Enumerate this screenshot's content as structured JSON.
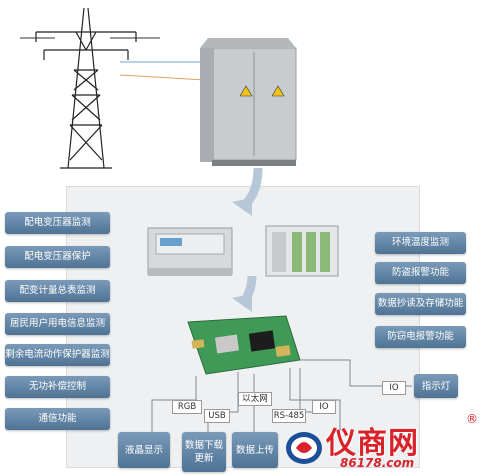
{
  "left_items": [
    "配电变压器监测",
    "配电变压器保护",
    "配变计量总表监测",
    "居民用户用电信息监测",
    "剩余电流动作保护器监测",
    "无功补偿控制",
    "通信功能"
  ],
  "right_items": [
    "环境温度监测",
    "防盗报警功能",
    "数据抄读及存储功能",
    "防窃电报警功能"
  ],
  "bottom_boxes": {
    "lcd": "液晶显示",
    "download": "数据下载\n更新",
    "upload": "数据上传",
    "indicator": "指示灯"
  },
  "interfaces": {
    "rgb": "RGB",
    "usb": "USB",
    "ethernet": "以太网",
    "rs485": "RS-485",
    "io_bottom": "IO",
    "io_right": "IO"
  },
  "watermark": {
    "brand": "仪商网",
    "url": "86178.com",
    "registered": "®"
  },
  "colors": {
    "button": "#5a7fa3",
    "arrow": "#b5c7d8",
    "panel": "#eef0f2",
    "brand_red": "#d8232a",
    "brand_blue": "#1b4f9c"
  }
}
